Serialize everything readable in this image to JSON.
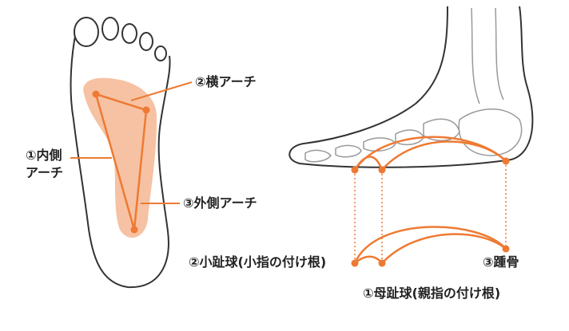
{
  "labels": {
    "transverse_arch": "②横アーチ",
    "medial_arch_line1": "①内側",
    "medial_arch_line2": "アーチ",
    "lateral_arch": "③外側アーチ",
    "little_toe_ball": "②小趾球(小指の付け根)",
    "heel_bone": "③踵骨",
    "big_toe_ball": "①母趾球(親指の付け根)"
  },
  "colors": {
    "accent": "#ee7a33",
    "highlight_fill": "#f6c2a3",
    "outline": "#333333",
    "bone": "#9a9a9a",
    "text": "#222222"
  }
}
